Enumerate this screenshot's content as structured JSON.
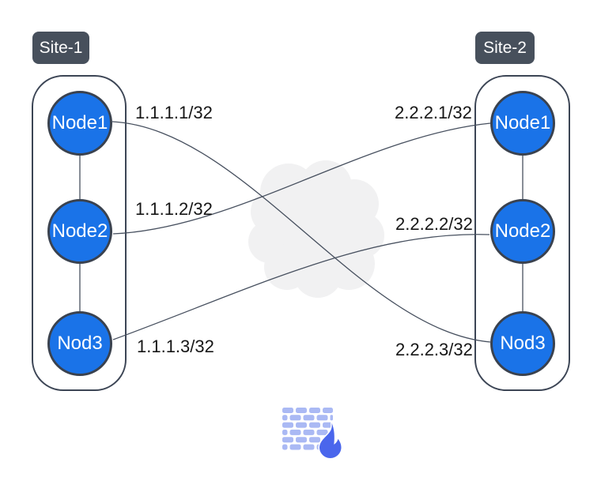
{
  "sites": [
    {
      "label": "Site-1",
      "nodes": [
        {
          "label": "Node1",
          "ip": "1.1.1.1/32"
        },
        {
          "label": "Node2",
          "ip": "1.1.1.2/32"
        },
        {
          "label": "Nod3",
          "ip": "1.1.1.3/32"
        }
      ]
    },
    {
      "label": "Site-2",
      "nodes": [
        {
          "label": "Node1",
          "ip": "2.2.2.1/32"
        },
        {
          "label": "Node2",
          "ip": "2.2.2.2/32"
        },
        {
          "label": "Nod3",
          "ip": "2.2.2.3/32"
        }
      ]
    }
  ],
  "connections": [
    {
      "from": "Site-1 Node1 (1.1.1.1/32)",
      "to": "Site-2 Nod3 (2.2.2.3/32)"
    },
    {
      "from": "Site-1 Node2 (1.1.1.2/32)",
      "to": "Site-2 Node1 (2.2.2.1/32)"
    },
    {
      "from": "Site-1 Nod3 (1.1.1.3/32)",
      "to": "Site-2 Node2 (2.2.2.2/32)"
    }
  ],
  "icons": {
    "middle": "cloud-icon",
    "bottom": "firewall-icon"
  },
  "colors": {
    "background": "#ffffff",
    "node_fill": "#1a73e8",
    "node_border": "#3a424f",
    "node_text": "#ffffff",
    "outline": "#3c4555",
    "line": "#47505f",
    "badge_bg": "#47505c",
    "badge_text": "#ffffff",
    "ip_text": "#161616",
    "cloud": "#f1f1f2",
    "brick": "#aab9f4",
    "flame": "#4a66ec"
  }
}
